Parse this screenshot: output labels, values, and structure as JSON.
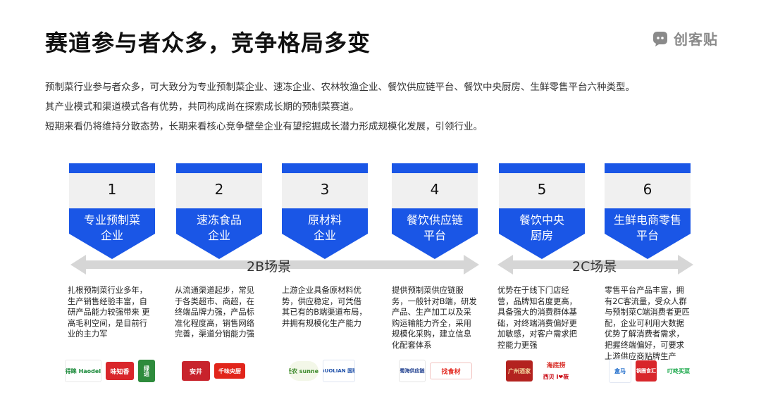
{
  "title": "赛道参与者众多，竞争格局多变",
  "brand": {
    "name": "创客贴",
    "icon": "chuangketie-logo-icon"
  },
  "intro": [
    "预制菜行业参与者众多，可大致分为专业预制菜企业、速冻企业、农林牧渔企业、餐饮供应链平台、餐饮中央厨房、生鲜零售平台六种类型。",
    "其产业模式和渠道模式各有优势，共同构成尚在探索成长期的预制菜赛道。",
    "短期来看仍将维持分散态势，长期来看核心竞争壁垒企业有望挖掘成长潜力形成规模化发展，引领行业。"
  ],
  "colors": {
    "accent": "#1a56e6",
    "box_gray": "#f0f0f0",
    "arrow_gray": "#d6d6d6"
  },
  "arrows": {
    "b2b": "2B场景",
    "b2c": "2C场景"
  },
  "categories": [
    {
      "num": "1",
      "line1": "专业预制菜",
      "line2": "企业",
      "desc": "扎根预制菜行业多年，生产销售经验丰富，自研产品能力较强带来 更高毛利空间，是目前行业的主力军",
      "logos": [
        "好得睐 Haodelai",
        "味知香",
        "绿进"
      ]
    },
    {
      "num": "2",
      "line1": "速冻食品",
      "line2": "企业",
      "desc": "从流通渠道起步，常见于各类超市、商超，在终端品牌力强，产品标准化程度高，销售网络完善，渠道分销能力强",
      "logos": [
        "安井",
        "千味央厨"
      ]
    },
    {
      "num": "3",
      "line1": "原材料",
      "line2": "企业",
      "desc": "上游企业具备原材料优势，供应稳定，可凭借其已有的B端渠道布局，并拥有规模化生产能力",
      "logos": [
        "圣农 sunner",
        "GUOLIAN 国联"
      ]
    },
    {
      "num": "4",
      "line1": "餐饮供应链",
      "line2": "平台",
      "desc": "提供预制菜供应链服务，一般针对B端，研发产品、生产加工以及采购运输能力齐全，采用规模化采购，建立信息化配套体系",
      "logos": [
        "蜀海供应链",
        "找食材"
      ]
    },
    {
      "num": "5",
      "line1": "餐饮中央",
      "line2": "厨房",
      "desc": "优势在于线下门店经营，品牌知名度更高，具备强大的消费群体基础，对终端消费偏好更加敏感，对客户需求把控能力更强",
      "logos": [
        "广州酒家",
        "海底捞",
        "西贝 I❤莜"
      ]
    },
    {
      "num": "6",
      "line1": "生鲜电商零售",
      "line2": "平台",
      "desc": "零售平台产品丰富，拥有2C客流量，受众人群与预制菜C端消费者更匹配，企业可利用大数据优势了解消费者需求，把握终端偏好，可要求上游供应商贴牌生产",
      "logos": [
        "盒马",
        "锅圈食汇",
        "叮咚买菜"
      ]
    }
  ]
}
